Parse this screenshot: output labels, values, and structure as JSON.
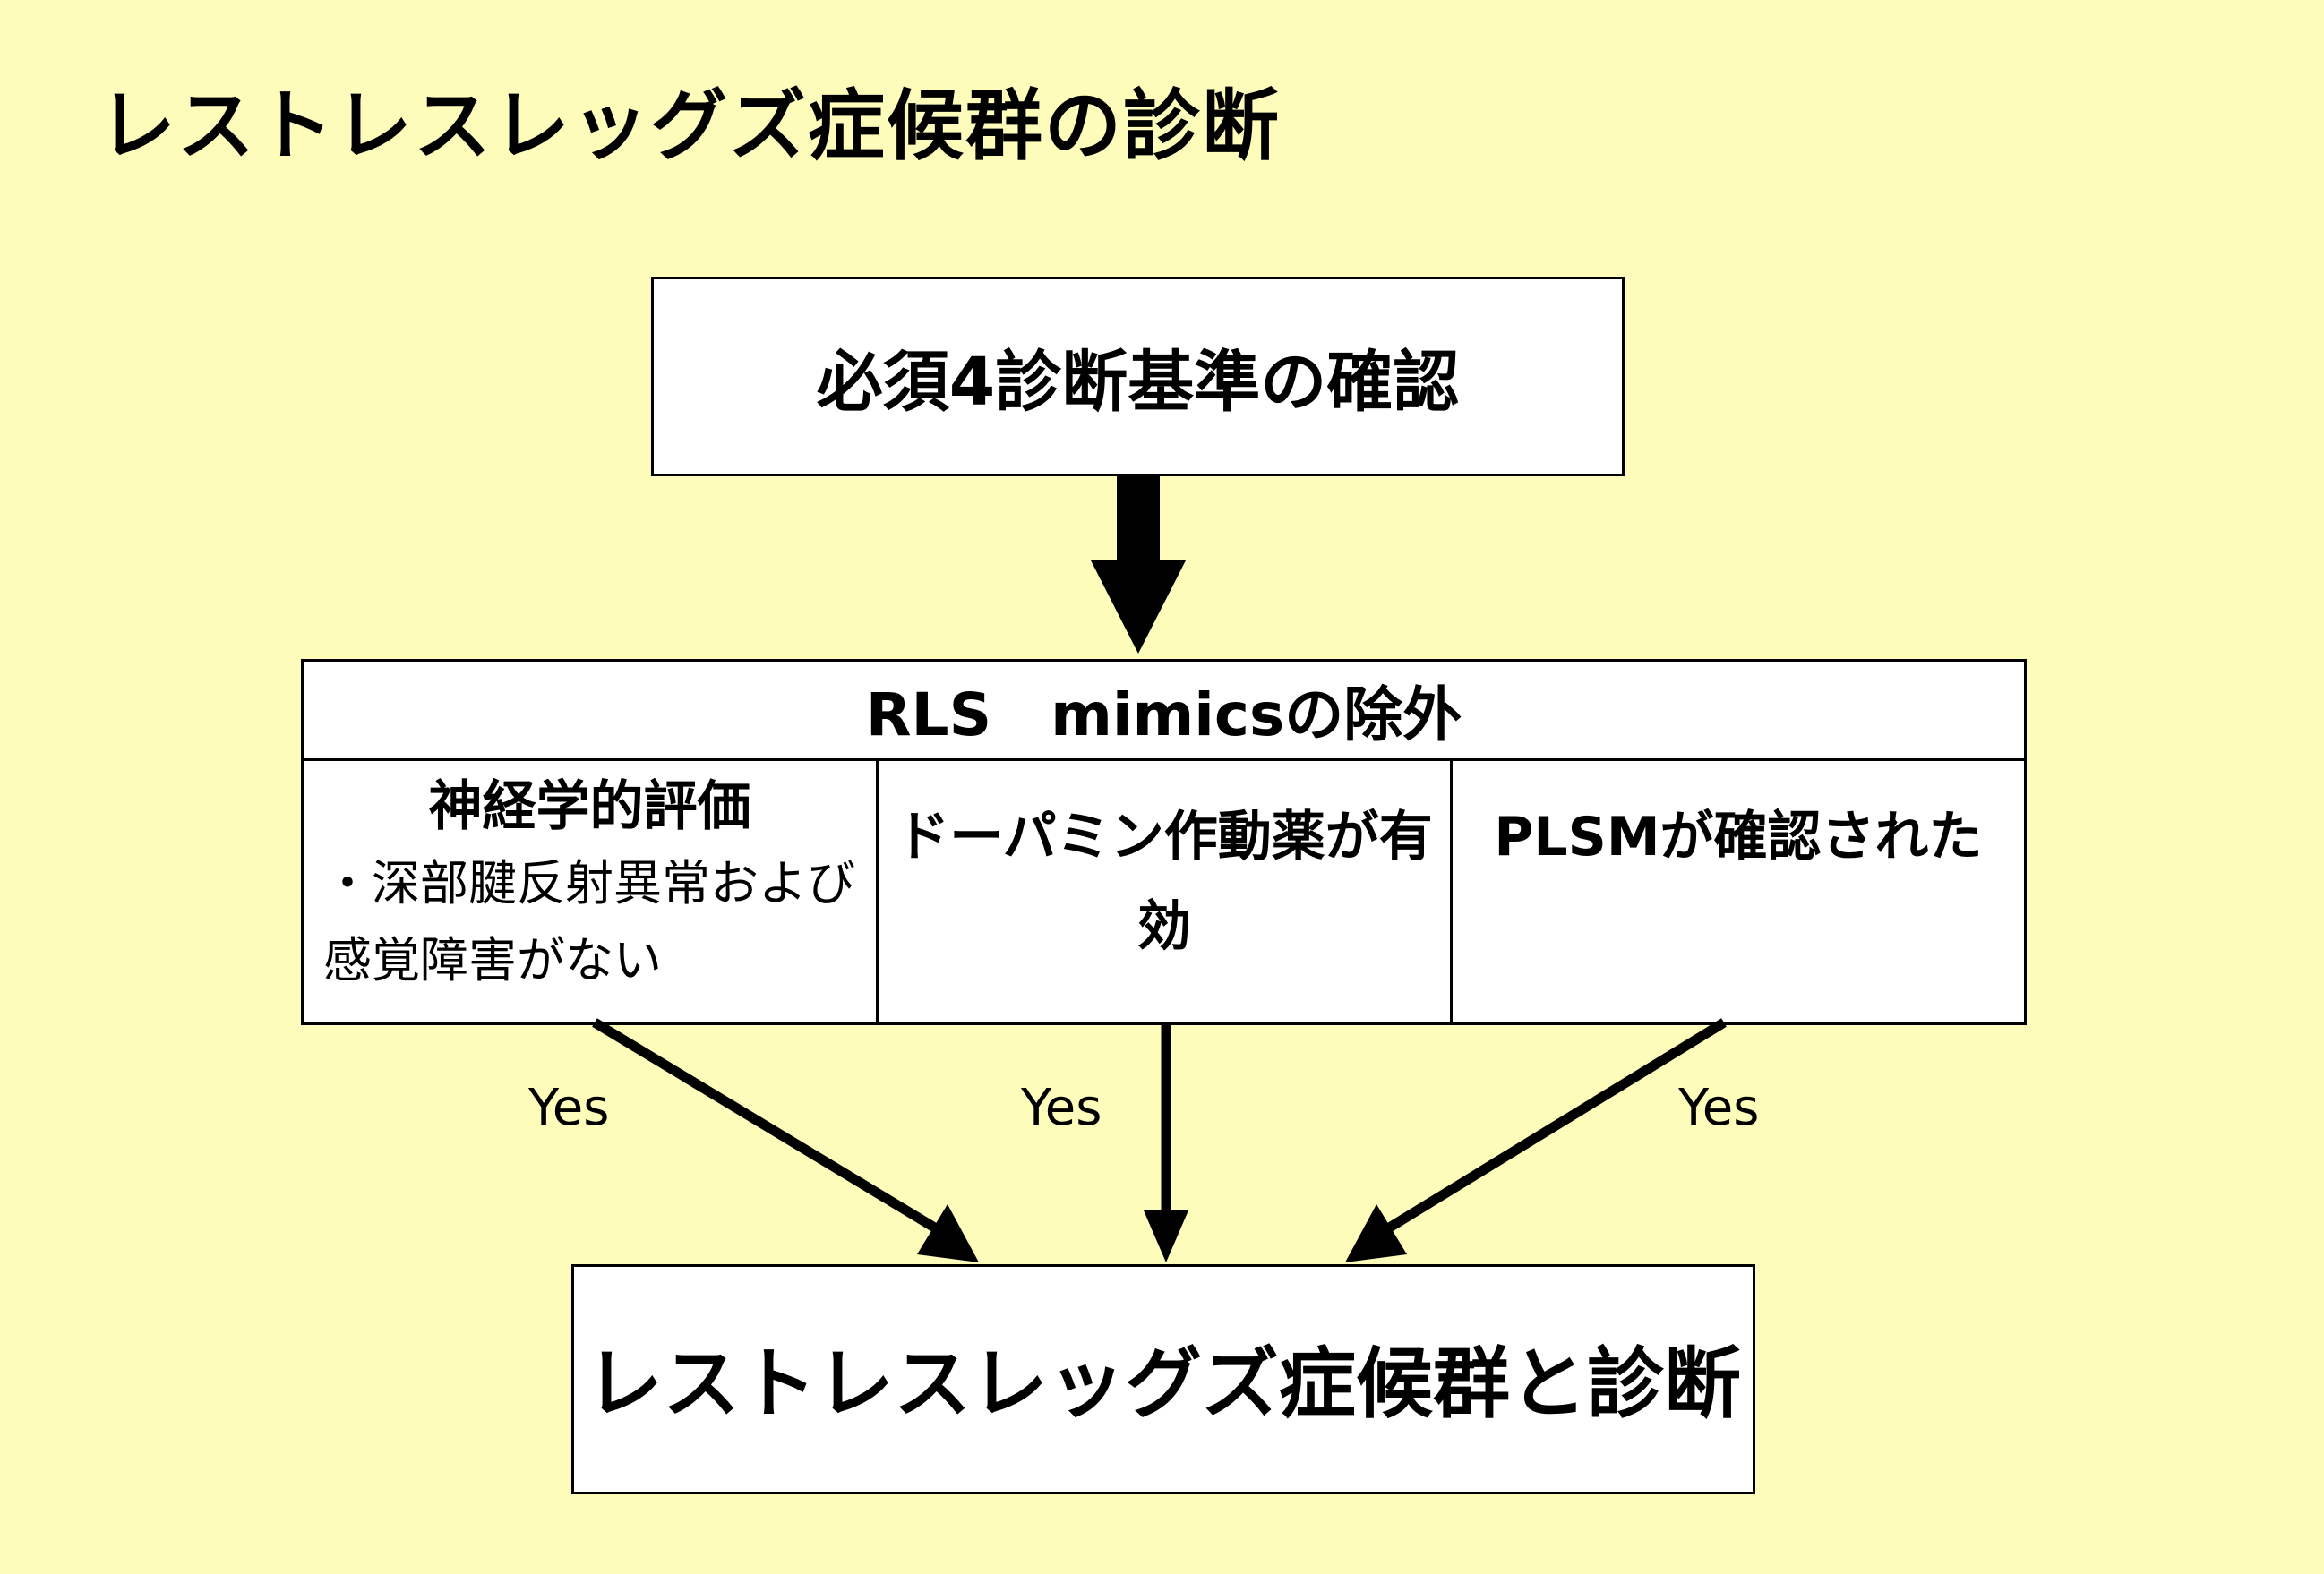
{
  "title": "レストレスレッグズ症候群の診断",
  "step1": {
    "label": "必須4診断基準の確認"
  },
  "step2": {
    "header": "RLS　mimicsの除外",
    "criteria": [
      {
        "title": "神経学的評価",
        "note": "・深部腱反射異常および感覚障害がない"
      },
      {
        "title": "ドーパミン作動薬が有効"
      },
      {
        "title": "PLSMが確認された"
      }
    ]
  },
  "yes_labels": [
    "Yes",
    "Yes",
    "Yes"
  ],
  "result": {
    "label": "レストレスレッグズ症候群と診断"
  },
  "colors": {
    "background": "#fdfcbb",
    "box_fill": "#ffffff",
    "line": "#000000"
  }
}
